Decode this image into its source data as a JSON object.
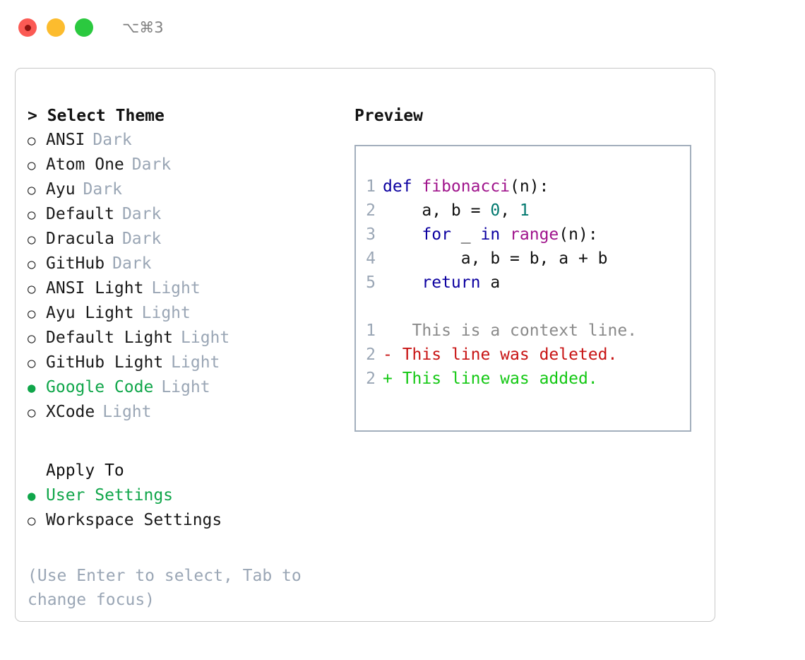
{
  "titlebar": {
    "shortcut": "⌥⌘3",
    "lights": [
      {
        "name": "close",
        "color": "#fb5a54"
      },
      {
        "name": "minimize",
        "color": "#fcbc2e"
      },
      {
        "name": "maximize",
        "color": "#2bc93f"
      }
    ]
  },
  "theme_picker": {
    "title": "> Select Theme",
    "marker_unselected": "○",
    "marker_selected": "●",
    "selected_color": "#10a64a",
    "items": [
      {
        "marker": "○",
        "label": "ANSI",
        "category": "Dark",
        "selected": false
      },
      {
        "marker": "○",
        "label": "Atom One",
        "category": "Dark",
        "selected": false
      },
      {
        "marker": "○",
        "label": "Ayu",
        "category": "Dark",
        "selected": false
      },
      {
        "marker": "○",
        "label": "Default",
        "category": "Dark",
        "selected": false
      },
      {
        "marker": "○",
        "label": "Dracula",
        "category": "Dark",
        "selected": false
      },
      {
        "marker": "○",
        "label": "GitHub",
        "category": "Dark",
        "selected": false
      },
      {
        "marker": "○",
        "label": "ANSI Light",
        "category": "Light",
        "selected": false
      },
      {
        "marker": "○",
        "label": "Ayu Light",
        "category": "Light",
        "selected": false
      },
      {
        "marker": "○",
        "label": "Default Light",
        "category": "Light",
        "selected": false
      },
      {
        "marker": "○",
        "label": "GitHub Light",
        "category": "Light",
        "selected": false
      },
      {
        "marker": "●",
        "label": "Google Code",
        "category": "Light",
        "selected": true
      },
      {
        "marker": "○",
        "label": "XCode",
        "category": "Light",
        "selected": false
      }
    ]
  },
  "apply_to": {
    "title": "Apply To",
    "items": [
      {
        "marker": "●",
        "label": "User Settings",
        "selected": true
      },
      {
        "marker": "○",
        "label": "Workspace Settings",
        "selected": false
      }
    ]
  },
  "hint": "(Use Enter to select, Tab to\nchange focus)",
  "preview": {
    "title": "Preview",
    "code_lines": [
      {
        "lineno": "1",
        "tokens": [
          {
            "text": "def ",
            "type": "kw"
          },
          {
            "text": "fibonacci",
            "type": "fn"
          },
          {
            "text": "(n):",
            "type": "plain"
          }
        ]
      },
      {
        "lineno": "2",
        "tokens": [
          {
            "text": "    a, b = ",
            "type": "plain"
          },
          {
            "text": "0",
            "type": "num"
          },
          {
            "text": ", ",
            "type": "plain"
          },
          {
            "text": "1",
            "type": "num"
          }
        ]
      },
      {
        "lineno": "3",
        "tokens": [
          {
            "text": "    ",
            "type": "plain"
          },
          {
            "text": "for",
            "type": "kw"
          },
          {
            "text": " _ ",
            "type": "plain"
          },
          {
            "text": "in",
            "type": "kw"
          },
          {
            "text": " ",
            "type": "plain"
          },
          {
            "text": "range",
            "type": "fn"
          },
          {
            "text": "(n):",
            "type": "plain"
          }
        ]
      },
      {
        "lineno": "4",
        "tokens": [
          {
            "text": "        a, b = b, a + b",
            "type": "plain"
          }
        ]
      },
      {
        "lineno": "5",
        "tokens": [
          {
            "text": "    ",
            "type": "plain"
          },
          {
            "text": "return",
            "type": "kw"
          },
          {
            "text": " a",
            "type": "plain"
          }
        ]
      }
    ],
    "diff_lines": [
      {
        "lineno": "1",
        "sign": " ",
        "text": "  This is a context line.",
        "kind": "context"
      },
      {
        "lineno": "2",
        "sign": "-",
        "text": " This line was deleted.",
        "kind": "deleted"
      },
      {
        "lineno": "2",
        "sign": "+",
        "text": " This line was added.",
        "kind": "added"
      }
    ]
  },
  "colors": {
    "keyword": "#0c00a0",
    "function": "#a0148c",
    "number": "#00786e",
    "plain": "#111111",
    "lineno": "#9aa6b5",
    "diff_context": "#8a8a8a",
    "diff_deleted": "#c81414",
    "diff_added": "#14c814",
    "muted": "#9aa6b5",
    "panel_border": "#c7c7c7",
    "preview_border": "#a3afbd"
  }
}
